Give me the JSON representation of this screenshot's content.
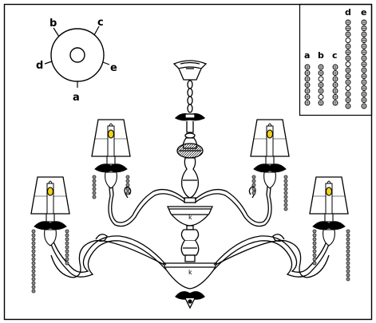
{
  "key_diagram": {
    "labels": [
      "a",
      "b",
      "c",
      "d",
      "e"
    ]
  },
  "strand_legend": {
    "labels": [
      "a",
      "b",
      "c",
      "d",
      "e"
    ]
  },
  "colors": {
    "ink": "#000000",
    "bulb": "#f1d21a",
    "paper": "#ffffff"
  }
}
